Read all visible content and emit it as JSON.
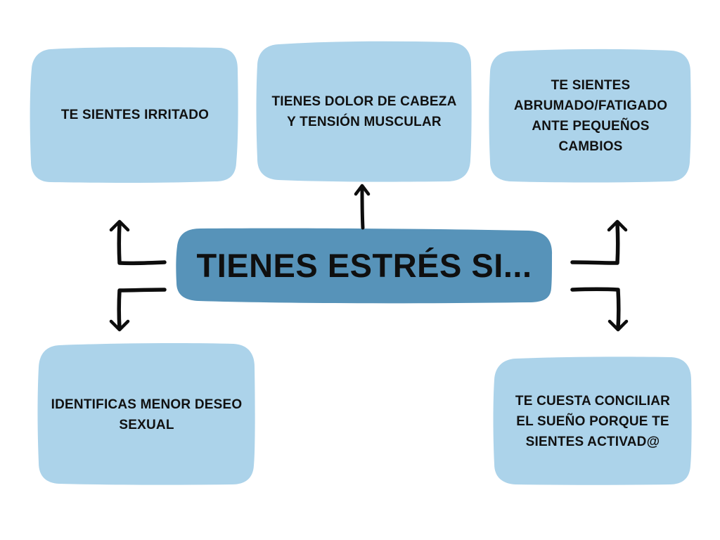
{
  "colors": {
    "box_fill": "#acd3ea",
    "center_fill": "#5793b9",
    "arrow": "#0d0d0d",
    "text": "#111111"
  },
  "center": {
    "title": "TIENES ESTRÉS SI..."
  },
  "boxes": {
    "top_left": "TE SIENTES IRRITADO",
    "top_center": "TIENES DOLOR DE CABEZA Y TENSIÓN MUSCULAR",
    "top_right": "TE SIENTES ABRUMADO/FATIGADO ANTE PEQUEÑOS CAMBIOS",
    "bottom_left": "IDENTIFICAS MENOR DESEO SEXUAL",
    "bottom_right": "TE CUESTA CONCILIAR EL SUEÑO PORQUE TE SIENTES ACTIVAD@"
  },
  "arrow_icons": [
    "arrow-up-icon",
    "arrow-corner-up-left-icon",
    "arrow-corner-down-left-icon",
    "arrow-corner-up-right-icon",
    "arrow-corner-down-right-icon"
  ]
}
